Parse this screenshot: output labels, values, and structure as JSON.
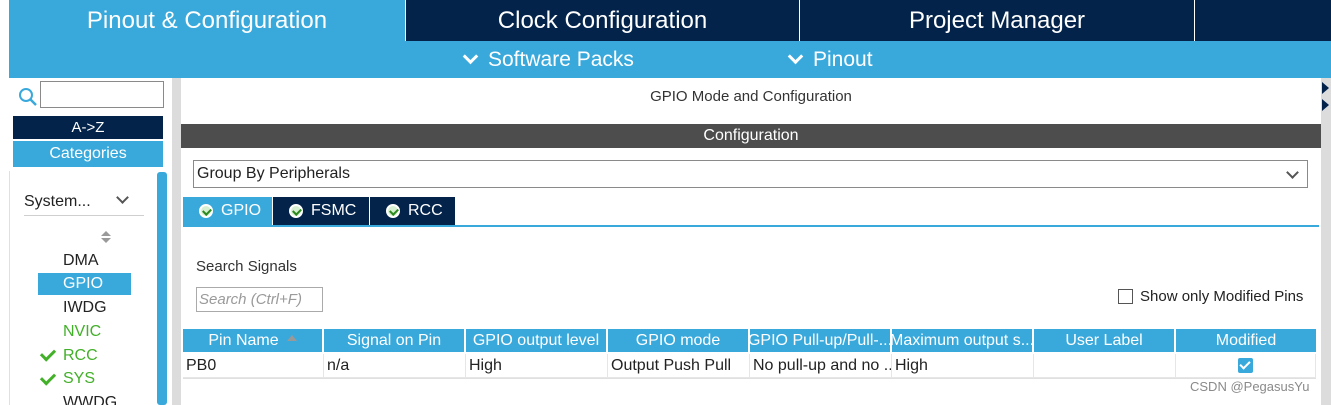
{
  "top_tabs": [
    {
      "label": "Pinout & Configuration",
      "active": true
    },
    {
      "label": "Clock Configuration",
      "active": false
    },
    {
      "label": "Project Manager",
      "active": false
    }
  ],
  "sub_nav": {
    "software_packs": "Software Packs",
    "pinout": "Pinout"
  },
  "sidebar": {
    "search_value": "",
    "az_label": "A->Z",
    "categories_label": "Categories",
    "group_select": "System...",
    "items": [
      {
        "label": "DMA",
        "state": "normal"
      },
      {
        "label": "GPIO",
        "state": "selected"
      },
      {
        "label": "IWDG",
        "state": "normal"
      },
      {
        "label": "NVIC",
        "state": "green"
      },
      {
        "label": "RCC",
        "state": "checked"
      },
      {
        "label": "SYS",
        "state": "checked"
      },
      {
        "label": "WWDG",
        "state": "normal"
      }
    ]
  },
  "main": {
    "mode_title": "GPIO Mode and Configuration",
    "config_header": "Configuration",
    "group_by": "Group By Peripherals",
    "peripheral_tabs": [
      {
        "label": "GPIO",
        "active": true
      },
      {
        "label": "FSMC",
        "active": false
      },
      {
        "label": "RCC",
        "active": false
      }
    ],
    "search_signals_label": "Search Signals",
    "search_placeholder": "Search (Ctrl+F)",
    "show_modified_label": "Show only Modified Pins",
    "show_modified_checked": false
  },
  "table": {
    "columns": [
      "Pin Name",
      "Signal on Pin",
      "GPIO output level",
      "GPIO mode",
      "GPIO Pull-up/Pull-...",
      "Maximum output s...",
      "User Label",
      "Modified"
    ],
    "rows": [
      {
        "pin": "PB0",
        "signal": "n/a",
        "level": "High",
        "mode": "Output Push Pull",
        "pull": "No pull-up and no ...",
        "speed": "High",
        "label": "",
        "modified": true
      }
    ]
  },
  "watermark": "CSDN @PegasusYu",
  "colors": {
    "navy": "#03234b",
    "accent_blue": "#39a9dc",
    "dark_gray_bar": "#4d4d4d",
    "check_green": "#43b02a"
  }
}
